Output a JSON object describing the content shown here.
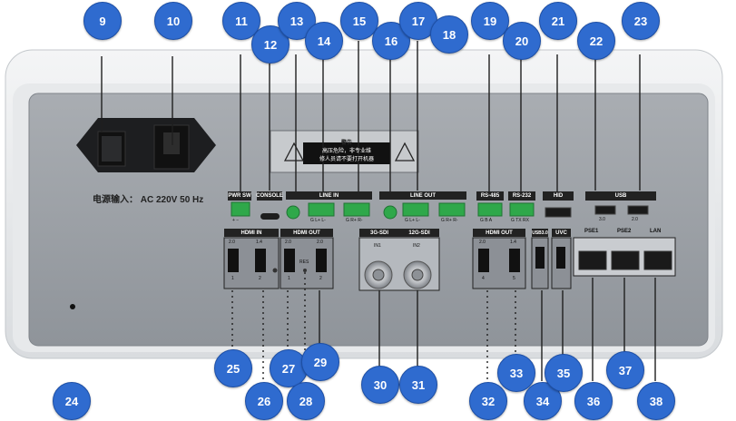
{
  "power_input_label": "电源输入： AC   220V 50 Hz",
  "warning": {
    "title": "警告",
    "line1": "高压危险，非专业维",
    "line2": "修人员请不要打开机器"
  },
  "section_labels": {
    "pwr_sw": "PWR SW",
    "console": "CONSOLE",
    "line_in": "LINE IN",
    "line_out": "LINE OUT",
    "rs485": "RS-485",
    "rs232": "RS-232",
    "hid": "HID",
    "usb": "USB",
    "hdmi_in": "HDMI IN",
    "hdmi_out_left": "HDMI OUT",
    "sdi_3g": "3G-SDI",
    "sdi_12g": "12G-SDI",
    "hdmi_out_right": "HDMI OUT",
    "usb30": "USB3.0",
    "uvc": "UVC",
    "pse1": "PSE1",
    "pse2": "PSE2",
    "lan": "LAN"
  },
  "pin_labels": {
    "pwr_sw": "+  −",
    "line_in_left": "G  L+  L-",
    "line_in_right": "G  R+  R-",
    "line_out_left": "G  L+  L-",
    "line_out_right": "G  R+  R-",
    "rs485": "G  B  A",
    "rs232": "G  TX  RX"
  },
  "port_labels": {
    "usb_left_ver": "3.0",
    "usb_right_ver": "2.0",
    "hdmi_in_1_ver": "2.0",
    "hdmi_in_2_ver": "1.4",
    "hdmi_in_1_num": "1",
    "hdmi_in_2_num": "2",
    "hdmi_out_1_ver": "2.0",
    "hdmi_out_2_ver": "2.0",
    "hdmi_out_1_num": "1",
    "hdmi_out_2_num": "2",
    "res": "RES",
    "sdi_in1": "IN1",
    "sdi_in2": "IN2",
    "hdmi_out_4_ver": "2.0",
    "hdmi_out_5_ver": "1.4",
    "hdmi_out_4_num": "4",
    "hdmi_out_5_num": "5"
  },
  "callouts": [
    "9",
    "10",
    "11",
    "12",
    "13",
    "14",
    "15",
    "16",
    "17",
    "18",
    "19",
    "20",
    "21",
    "22",
    "23",
    "24",
    "25",
    "26",
    "27",
    "28",
    "29",
    "30",
    "31",
    "32",
    "33",
    "34",
    "35",
    "36",
    "37",
    "38"
  ],
  "colors": {
    "callout_fill": "#2f6bcf",
    "panel": "#9da2a8",
    "terminal_green": "#2fa84a"
  }
}
